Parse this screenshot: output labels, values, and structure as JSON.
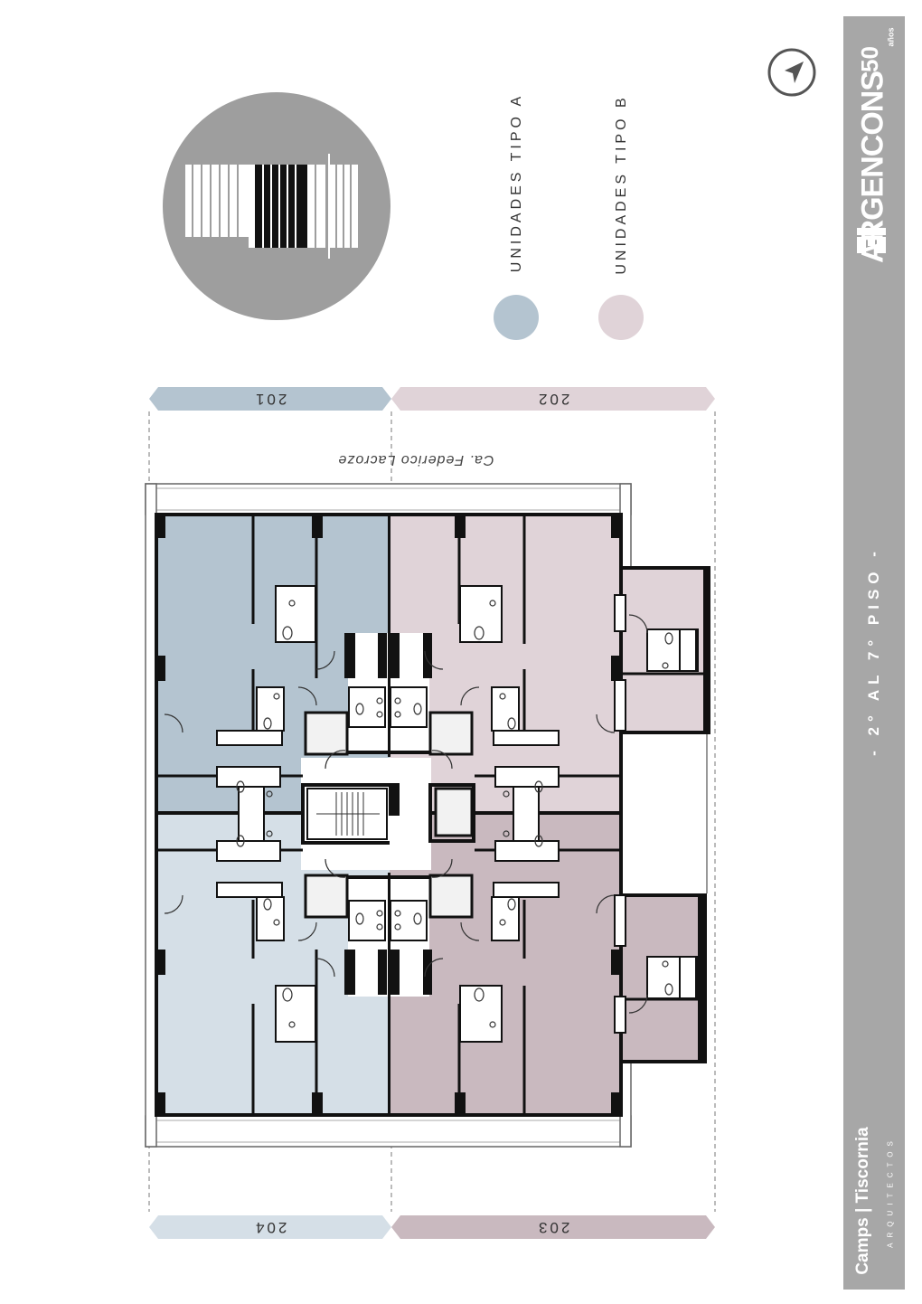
{
  "legend": {
    "tipo_a": {
      "label": "UNIDADES TIPO A",
      "color": "#b4c4d0"
    },
    "tipo_b": {
      "label": "UNIDADES TIPO B",
      "color": "#e0d3d8"
    }
  },
  "units": {
    "u201": {
      "label": "201",
      "color": "#b4c4d0"
    },
    "u202": {
      "label": "202",
      "color": "#e0d3d8"
    },
    "u203": {
      "label": "203",
      "color": "#c9b9bf"
    },
    "u204": {
      "label": "204",
      "color": "#d5dfe7"
    }
  },
  "street": "Ca. Federico Lacroze",
  "floor_title": "- 2° AL 7° PISO -",
  "brand": {
    "name": "ARGENCONS",
    "anniversary": "50",
    "anniversary_suffix": "años"
  },
  "architects": {
    "name": "Camps | Tiscornia",
    "subtitle": "ARQUITECTOS"
  },
  "colors": {
    "band": "#a7a7a7",
    "key_plan": "#9e9e9e",
    "wall": "#111111"
  }
}
